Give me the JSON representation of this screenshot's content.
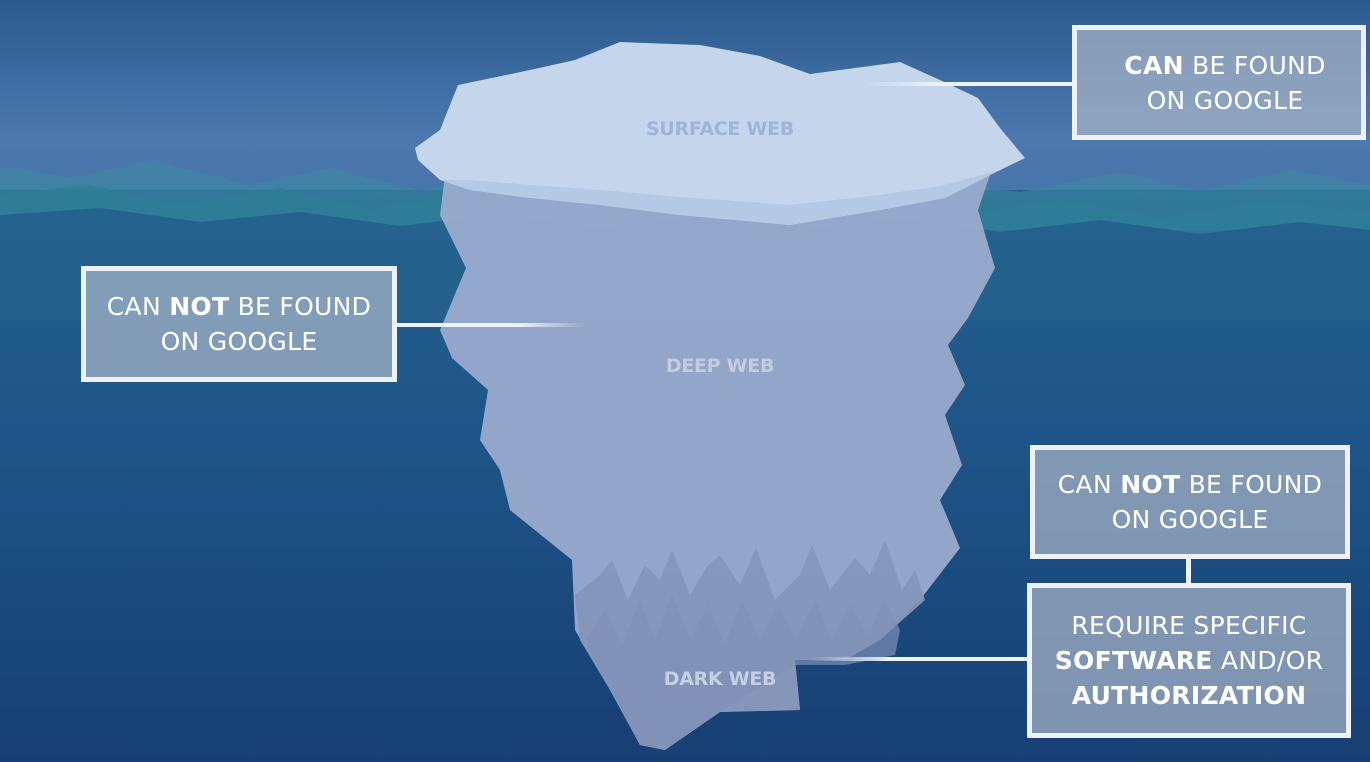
{
  "layers": {
    "surface": "SURFACE WEB",
    "deep": "DEEP WEB",
    "dark": "DARK WEB"
  },
  "callouts": {
    "surface": {
      "bold": "CAN",
      "rest": " BE FOUND",
      "line2": "ON GOOGLE"
    },
    "deep": {
      "pre": "CAN ",
      "bold": "NOT",
      "rest": " BE FOUND",
      "line2": "ON GOOGLE"
    },
    "dark_1": {
      "pre": "CAN ",
      "bold": "NOT",
      "rest": " BE FOUND",
      "line2": "ON GOOGLE"
    },
    "dark_2": {
      "line1": "REQUIRE SPECIFIC",
      "line2_bold": "SOFTWARE",
      "line2_rest": " AND/OR",
      "line3_bold": "AUTHORIZATION"
    }
  },
  "colors": {
    "sky_top": "#2b5a8f",
    "sky_mid": "#4c78ae",
    "water_top": "#24628f",
    "water_bottom": "#173f74",
    "wave_teal": "#3b8da0",
    "ice_top": "#c4d5ec",
    "ice_submerged": "#9aabcd",
    "ice_dark": "#8595bb",
    "connector": "#eef1f7",
    "label_surface": "#9fb4d4",
    "label_deep": "#c2cde0",
    "label_dark": "#c5d0e2"
  }
}
